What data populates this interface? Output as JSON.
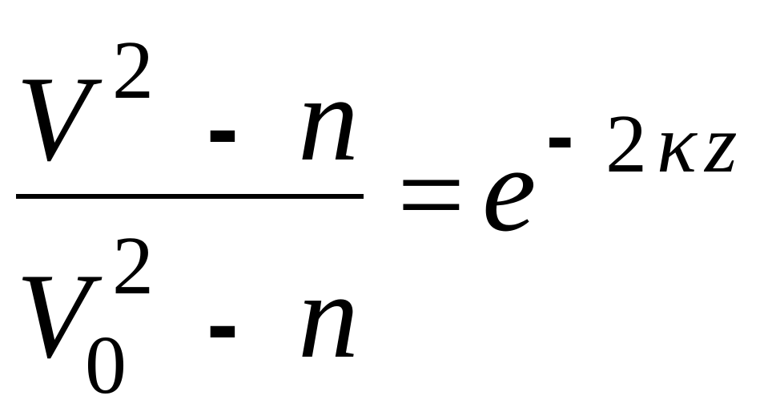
{
  "equation": {
    "numerator": {
      "var": "V",
      "exponent": "2",
      "operator": "-",
      "term": "n"
    },
    "denominator": {
      "var": "V",
      "subscript": "0",
      "exponent": "2",
      "operator": "-",
      "term": "n"
    },
    "equals": "=",
    "base": "e",
    "rhs_exponent": {
      "sign": "-",
      "coefficient": "2",
      "symbol_kappa": "κ",
      "symbol_z": "z"
    }
  }
}
